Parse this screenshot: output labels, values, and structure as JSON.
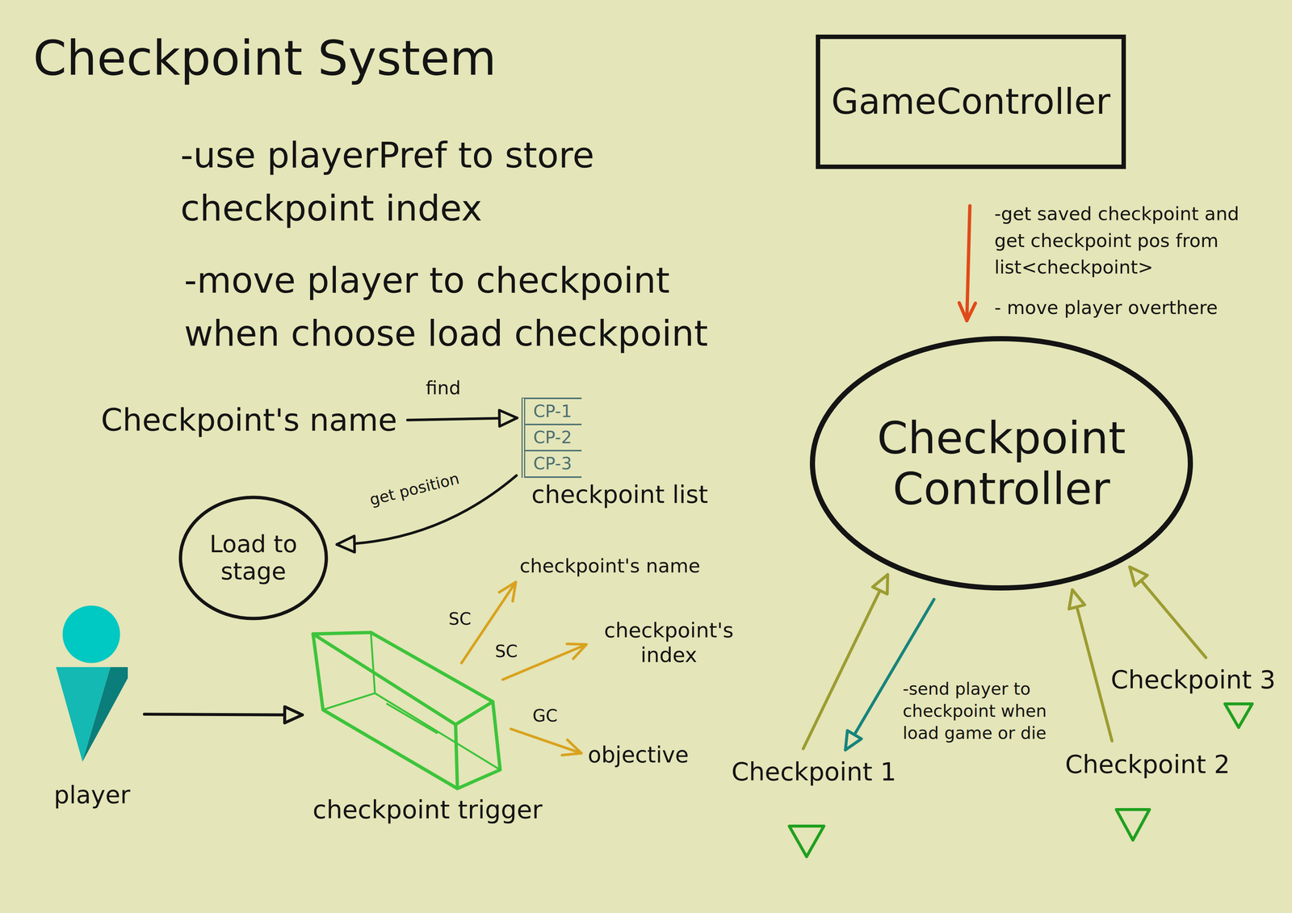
{
  "diagram": {
    "title": "Checkpoint System",
    "nodes": [
      {
        "text": [
          "Checkpoint's name"
        ]
      },
      {
        "text": [
          "CP-1",
          "CP-2",
          "CP-3",
          "checkpoint list"
        ]
      },
      {
        "text": [
          "Load to stage"
        ]
      },
      {
        "text": [
          "player"
        ]
      },
      {
        "text": [
          "checkpoint trigger"
        ]
      },
      {
        "text": [
          "checkpoint's name"
        ]
      },
      {
        "text": [
          "checkpoint's index"
        ]
      },
      {
        "text": [
          "objective"
        ]
      },
      {
        "text": [
          "GameController"
        ]
      },
      {
        "text": [
          "Checkpoint Controller"
        ]
      },
      {
        "text": [
          "Checkpoint 1"
        ]
      },
      {
        "text": [
          "Checkpoint 2"
        ]
      },
      {
        "text": [
          "Checkpoint 3"
        ]
      }
    ],
    "edges": [
      {
        "from": 0,
        "to": 1,
        "label": "find",
        "arrow": "to"
      },
      {
        "from": 1,
        "to": 2,
        "label": "get position",
        "arrow": "to"
      },
      {
        "from": 3,
        "to": 4,
        "arrow": "to"
      },
      {
        "from": 4,
        "to": 5,
        "label": "SC",
        "arrow": "to"
      },
      {
        "from": 4,
        "to": 6,
        "label": "SC",
        "arrow": "to"
      },
      {
        "from": 4,
        "to": 7,
        "label": "GC",
        "arrow": "to"
      },
      {
        "from": 8,
        "to": 9,
        "arrow": "to"
      },
      {
        "from": 10,
        "to": 9,
        "arrow": "to"
      },
      {
        "from": 9,
        "to": 10,
        "label": "-send player to checkpoint when load game or die",
        "arrow": "to"
      },
      {
        "from": 11,
        "to": 9,
        "arrow": "to"
      },
      {
        "from": 12,
        "to": 9,
        "arrow": "to"
      }
    ],
    "labels": [
      "-use playerPref to store checkpoint index",
      "-move player to checkpoint when choose load checkpoint",
      "-get saved checkpoint and get checkpoint pos from list<checkpoint>",
      "- move player overthere"
    ]
  }
}
